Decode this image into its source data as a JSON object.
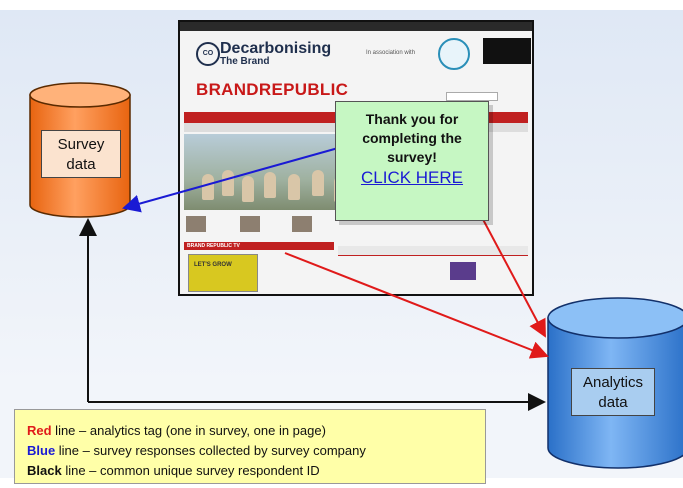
{
  "legend": [
    {
      "key": "Red",
      "text": " line – analytics tag (one in survey, one in page)",
      "color": "#e01a1a"
    },
    {
      "key": "Blue",
      "text": " line – survey responses collected by survey company",
      "color": "#1a1ad4"
    },
    {
      "key": "Black",
      "text": " line – common unique survey respondent ID",
      "color": "#111111"
    }
  ],
  "survey_db": {
    "line1": "Survey",
    "line2": "data",
    "color": "#f47a20"
  },
  "analytics_db": {
    "line1": "Analytics",
    "line2": "data",
    "color": "#3c86de"
  },
  "popup": {
    "line1": "Thank you for",
    "line2": "completing the",
    "line3": "survey!",
    "cta": "CLICK HERE"
  },
  "website": {
    "decarb_title": "Decarbonising",
    "decarb_subtitle": "The Brand",
    "co2": "CO",
    "assoc": "In association with",
    "brand": "BRANDREPUBLIC",
    "brand_tv": "BRAND REPUBLIC TV",
    "lets_grow": "LET'S GROW"
  },
  "colors": {
    "red_line": "#e01a1a",
    "blue_line": "#1a1ad4",
    "black_line": "#111111"
  }
}
